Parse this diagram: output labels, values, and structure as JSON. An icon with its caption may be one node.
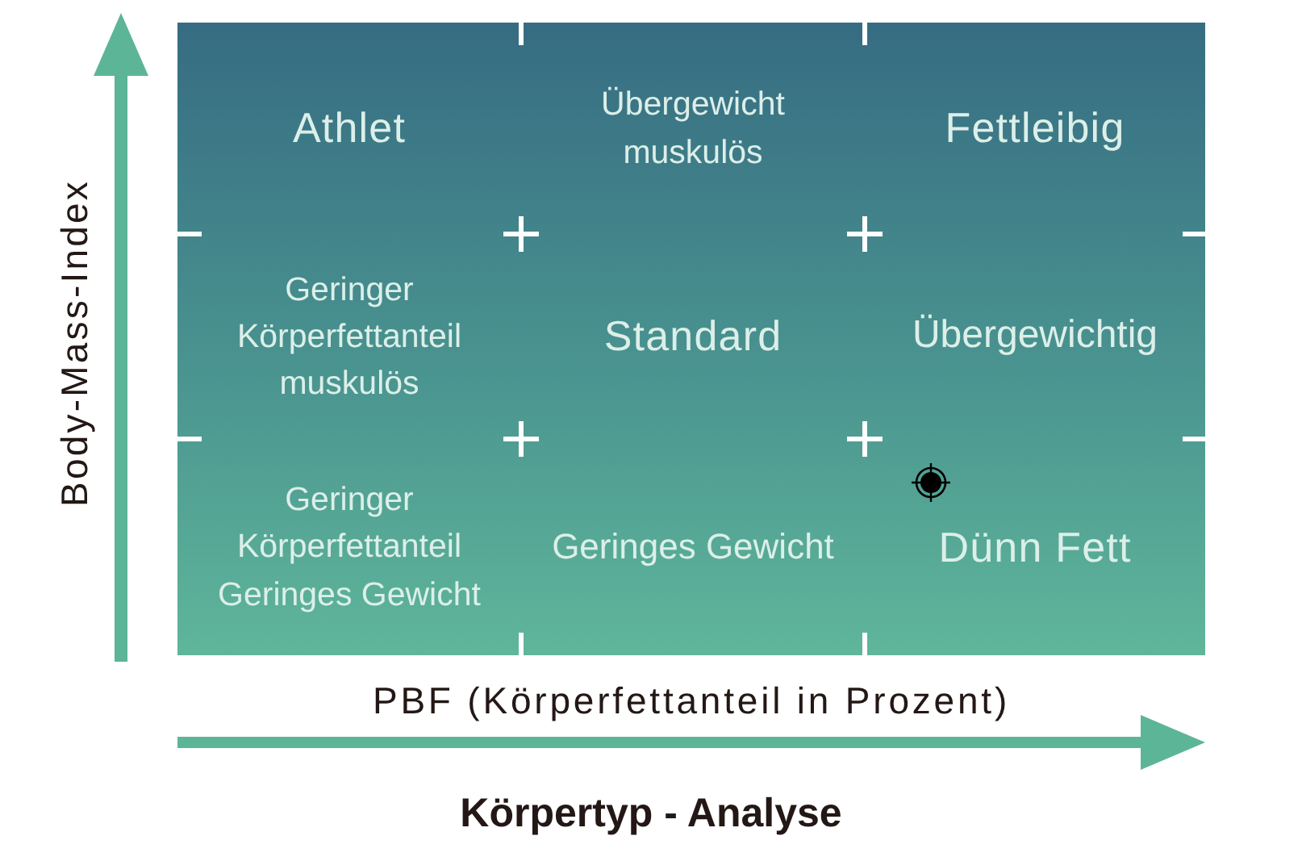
{
  "diagram": {
    "title": "Körpertyp - Analyse",
    "labels": [
      "Body-Mass-Index",
      "Athlet",
      "Übergewicht muskulös",
      "Fettleibig",
      "Geringer Körperfettanteil muskulös",
      "Standard",
      "Übergewichtig",
      "Geringer Körperfettanteil Geringes Gewicht",
      "Geringes Gewicht",
      "Dünn Fett",
      "PBF (Körperfettanteil in Prozent)"
    ]
  }
}
